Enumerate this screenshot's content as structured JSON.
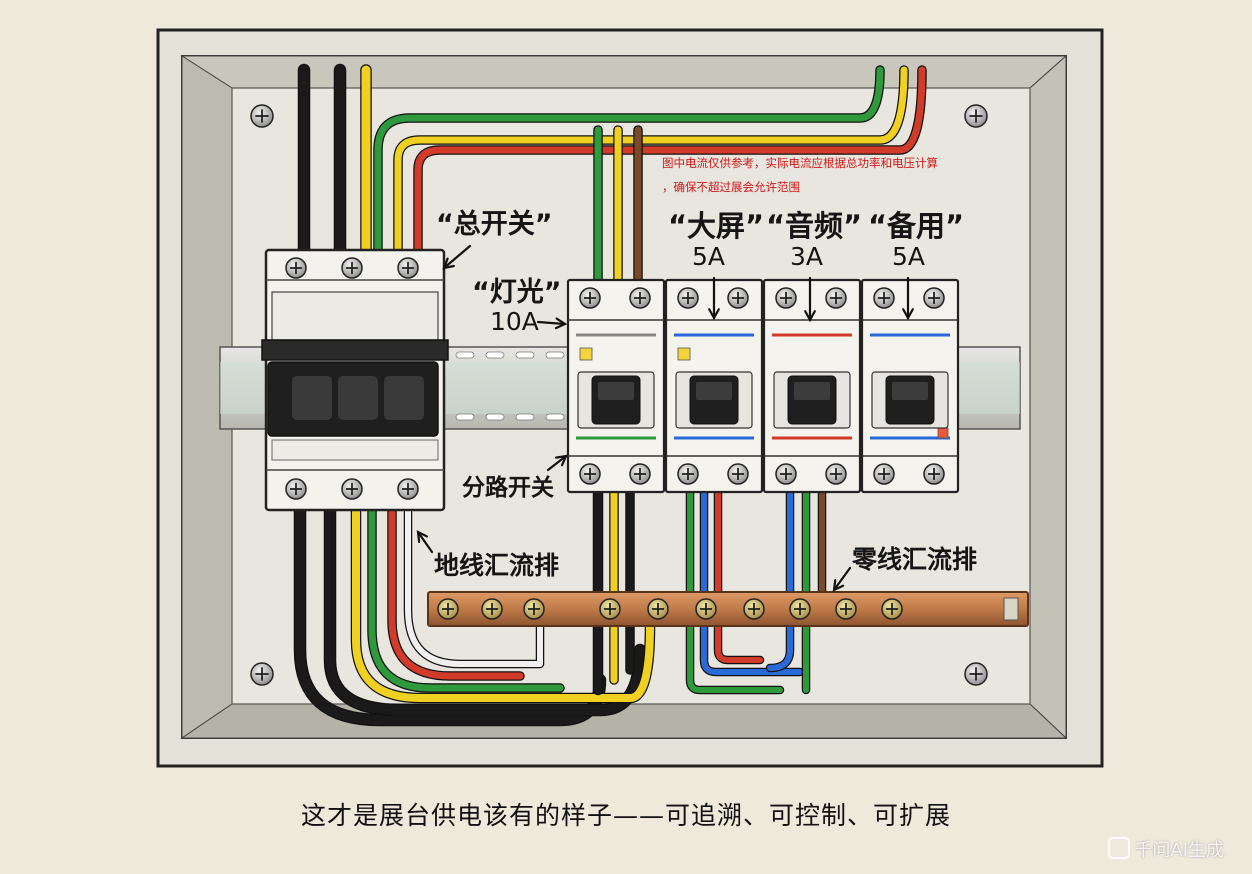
{
  "labels": {
    "main_switch": "“总开关”",
    "lighting": "“灯光”",
    "lighting_rating": "10A",
    "screen": "“大屏”",
    "screen_rating": "5A",
    "audio": "“音频”",
    "audio_rating": "3A",
    "spare": "“备用”",
    "spare_rating": "5A",
    "branch_switch": "分路开关",
    "ground_bus": "地线汇流排",
    "neutral_bus": "零线汇流排"
  },
  "note": {
    "line1": "图中电流仅供参考，实际电流应根据总功率和电压计算",
    "line2": "，确保不超过展会允许范围"
  },
  "caption": "这才是展台供电该有的样子——可追溯、可控制、可扩展",
  "watermark": "千问AI生成",
  "colors": {
    "background": "#efe9dc",
    "panel": "#dcd9d0",
    "breaker": "#f4f3ee",
    "bus_bar": "#c07a48",
    "wire_black": "#1a1a1a",
    "wire_yellow": "#f0d020",
    "wire_green": "#2e9a3c",
    "wire_red": "#d23a2a",
    "wire_blue": "#2a6ad8",
    "wire_brown": "#7a4a28",
    "note_red": "#d01818"
  },
  "icons": [
    "screw-icon",
    "arrow-icon"
  ]
}
